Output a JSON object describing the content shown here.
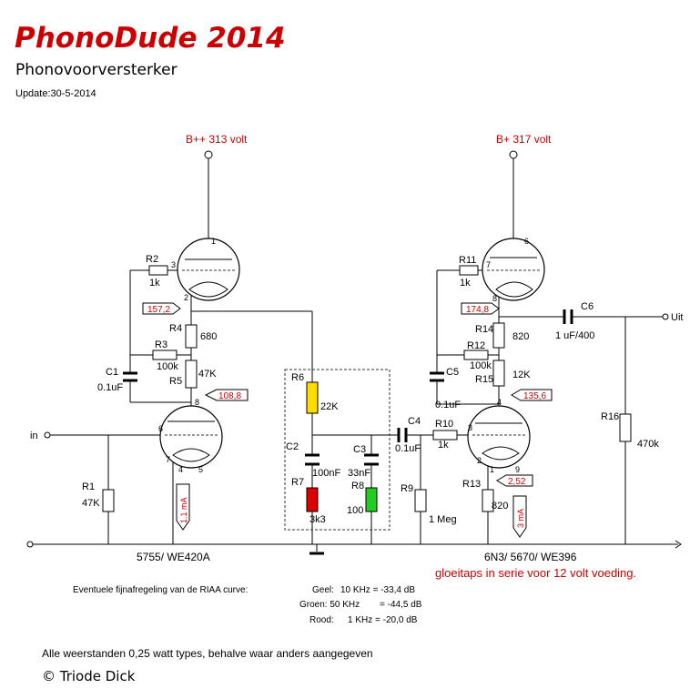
{
  "header": {
    "title": "PhonoDude 2014",
    "subtitle": "Phonovoorversterker",
    "update": "Update:30-5-2014"
  },
  "supplies": {
    "left": "B++ 313 volt",
    "right": "B+ 317 volt"
  },
  "components": {
    "R1": {
      "name": "R1",
      "value": "47K"
    },
    "R2": {
      "name": "R2",
      "value": "1k"
    },
    "R3": {
      "name": "R3",
      "value": "100k"
    },
    "R4": {
      "name": "R4",
      "value": "680"
    },
    "R5": {
      "name": "R5",
      "value": "47K"
    },
    "R6": {
      "name": "R6",
      "value": "22K"
    },
    "R7": {
      "name": "R7",
      "value": "3k3"
    },
    "R8": {
      "name": "R8",
      "value": "100"
    },
    "R9": {
      "name": "R9",
      "value": "1 Meg"
    },
    "R10": {
      "name": "R10",
      "value": "1k"
    },
    "R11": {
      "name": "R11",
      "value": "1k"
    },
    "R12": {
      "name": "R12",
      "value": "100k"
    },
    "R13": {
      "name": "R13",
      "value": "820"
    },
    "R14": {
      "name": "R14",
      "value": "820"
    },
    "R15": {
      "name": "R15",
      "value": "12K"
    },
    "R16": {
      "name": "R16",
      "value": "470k"
    },
    "C1": {
      "name": "C1",
      "value": "0.1uF"
    },
    "C2": {
      "name": "C2",
      "value": "100nF"
    },
    "C3": {
      "name": "C3",
      "value": "33nF"
    },
    "C4": {
      "name": "C4",
      "value": "0.1uF"
    },
    "C5": {
      "name": "C5",
      "value": "0.1uF"
    },
    "C6": {
      "name": "C6",
      "value": "1 uF/400"
    }
  },
  "pins": {
    "t1": [
      "1",
      "2",
      "3",
      "4",
      "5",
      "6",
      "7",
      "8"
    ],
    "t2": [
      "1",
      "2",
      "3",
      "4",
      "6",
      "7",
      "8",
      "9"
    ]
  },
  "measurements": {
    "v1": "157,2",
    "v2": "108,8",
    "v3": "174,8",
    "v4": "135,6",
    "v5": "2,52",
    "i1": "1.1 mA",
    "i2": "3 mA"
  },
  "io": {
    "input": "in",
    "output": "Uit"
  },
  "tubes": {
    "left": "5755/ WE420A",
    "right": "6N3/ 5670/ WE396"
  },
  "heater_note": "gloeitaps in serie voor 12 volt voeding.",
  "riaa": {
    "intro": "Eventuele fijnafregeling van de RIAA curve:",
    "rows": [
      {
        "color": "Geel:",
        "value": "10 KHz  = -33,4 dB"
      },
      {
        "color": "Groen: 50 KHz",
        "value": "= -44,5 dB"
      },
      {
        "color": "Rood:",
        "value": "1 KHz  = -20,0 dB"
      }
    ]
  },
  "footer": {
    "note": "Alle weerstanden 0,25 watt types, behalve waar anders aangegeven",
    "copyright": "© Triode Dick"
  },
  "colors": {
    "title": "#cc0000",
    "R6": "#ffdd00",
    "R7": "#dd0000",
    "R8": "#22cc22"
  }
}
